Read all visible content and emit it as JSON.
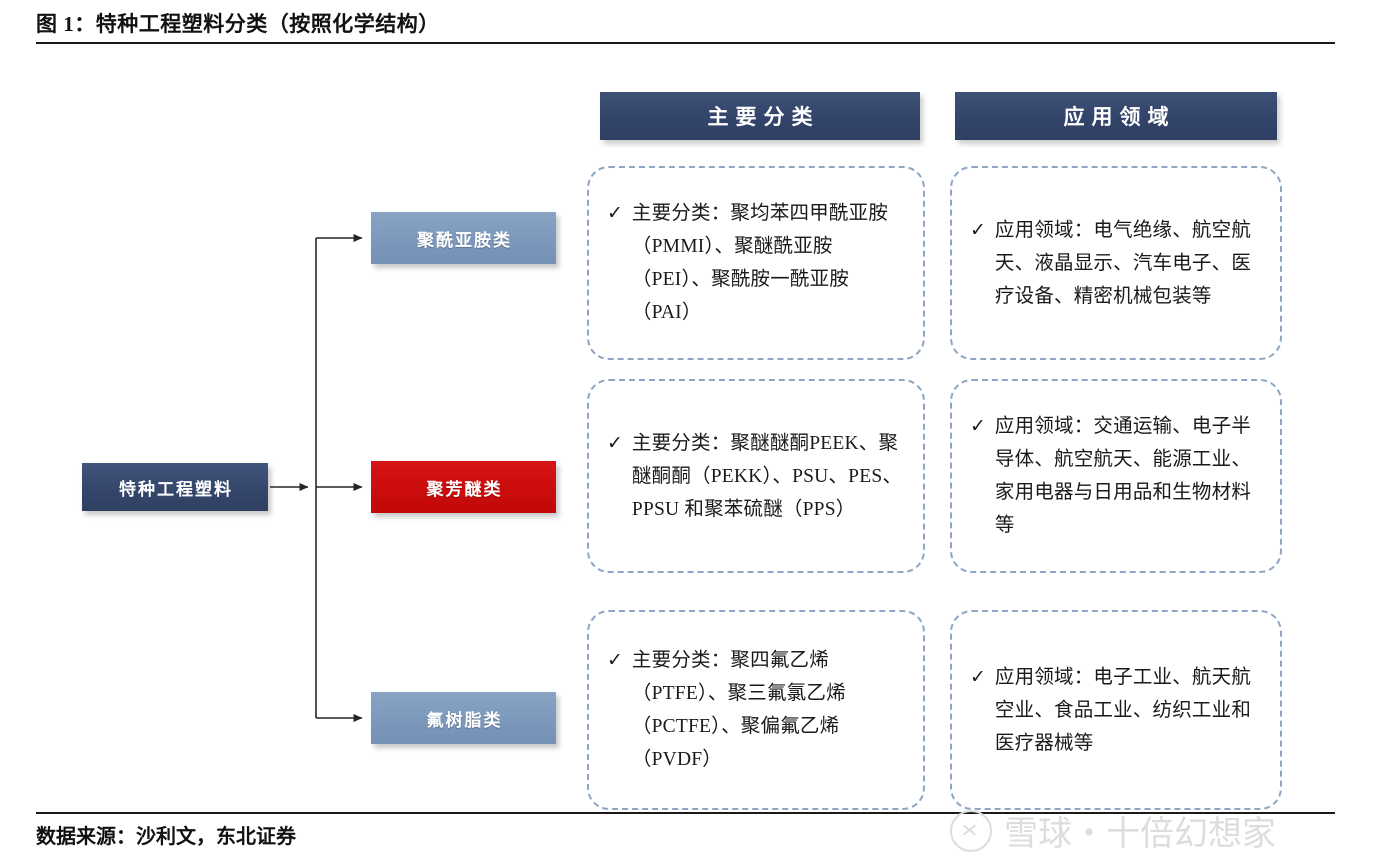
{
  "figure": {
    "title": "图 1：特种工程塑料分类（按照化学结构）",
    "source_note": "数据来源：沙利文，东北证券",
    "watermark": "雪球・十倍幻想家"
  },
  "colors": {
    "header_navy": "#33446a",
    "root_navy": "#35466b",
    "category_steel_blue": "#7d99bc",
    "category_highlight_red": "#cc0d0d",
    "card_border_blue": "#8ea6c4",
    "text_dark": "#1a1a1a",
    "page_background": "#ffffff"
  },
  "column_headers": [
    {
      "id": "main-class",
      "label": "主要分类"
    },
    {
      "id": "application",
      "label": "应用领域"
    }
  ],
  "root": {
    "label": "特种工程塑料"
  },
  "icons": {
    "check": "✓"
  },
  "rows": [
    {
      "category": {
        "label": "聚酰亚胺类",
        "style": "steel"
      },
      "main_class": "主要分类：聚均苯四甲酰亚胺（PMMI）、聚醚酰亚胺（PEI）、聚酰胺一酰亚胺（PAI）",
      "application": "应用领域：电气绝缘、航空航天、液晶显示、汽车电子、医疗设备、精密机械包装等"
    },
    {
      "category": {
        "label": "聚芳醚类",
        "style": "red"
      },
      "main_class": "主要分类：聚醚醚酮PEEK、聚醚酮酮（PEKK）、PSU、PES、PPSU 和聚苯硫醚（PPS）",
      "application": "应用领域：交通运输、电子半导体、航空航天、能源工业、家用电器与日用品和生物材料等"
    },
    {
      "category": {
        "label": "氟树脂类",
        "style": "steel"
      },
      "main_class": "主要分类：聚四氟乙烯（PTFE）、聚三氟氯乙烯（PCTFE）、聚偏氟乙烯（PVDF）",
      "application": "应用领域：电子工业、航天航空业、食品工业、纺织工业和医疗器械等"
    }
  ]
}
